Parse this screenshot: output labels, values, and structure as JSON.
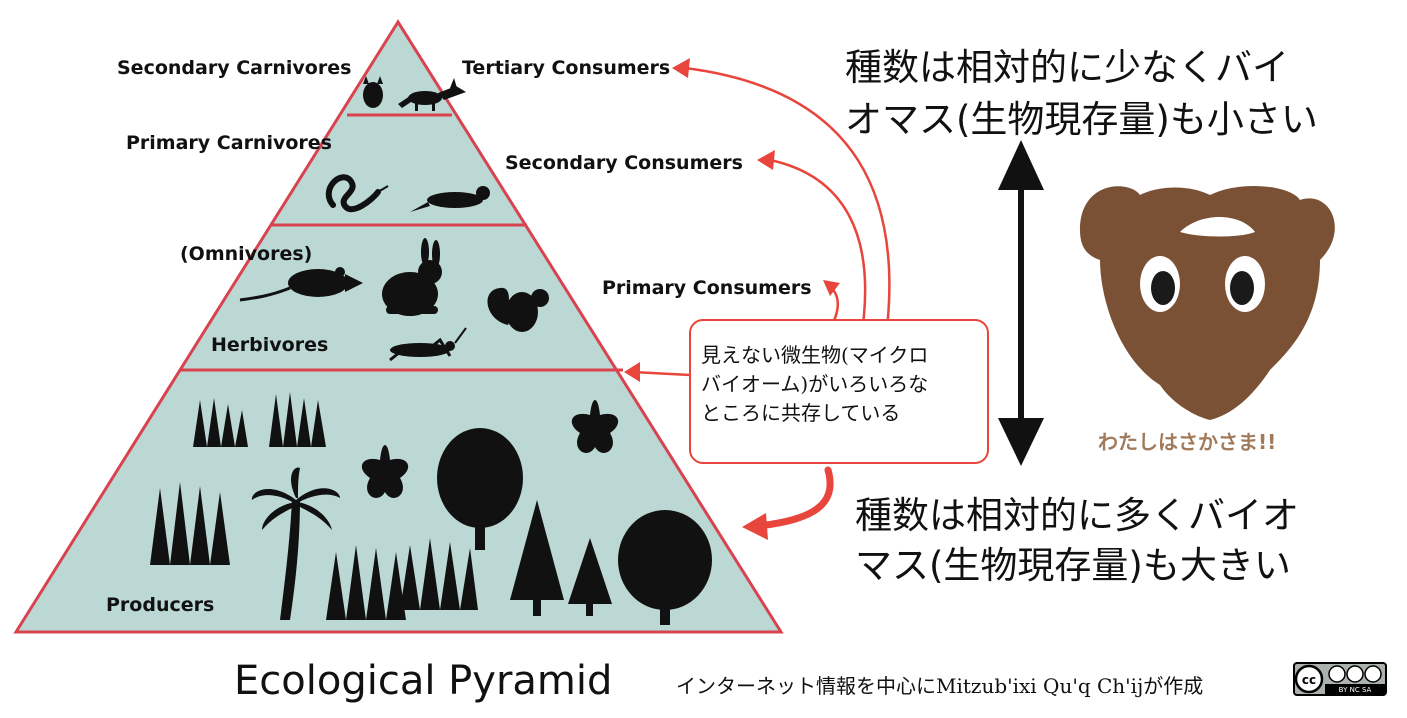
{
  "pyramid": {
    "tiers": [
      {
        "left_label": "Secondary Carnivores",
        "right_label": "Tertiary Consumers"
      },
      {
        "left_label": "Primary Carnivores",
        "right_label": "Secondary Consumers"
      },
      {
        "left_label": "(Omnivores)",
        "left_label_2": "Herbivores",
        "right_label": "Primary Consumers"
      },
      {
        "left_label": "Producers"
      }
    ],
    "fill_color": "#bcd8d4",
    "edge_color": "#d8434f"
  },
  "callout": {
    "lines": [
      "見えない微生物(マイクロ",
      "バイオーム)がいろいろな",
      "ところに共存している"
    ],
    "border_color": "#e8453c"
  },
  "top_note": {
    "lines": [
      "種数は相対的に少なくバイ",
      "オマス(生物現存量)も小さい"
    ]
  },
  "bottom_note": {
    "lines": [
      "種数は相対的に多くバイオ",
      "マス(生物現存量)も大きい"
    ]
  },
  "poop_caption": "わたしはさかさま!!",
  "title": "Ecological Pyramid",
  "credit": "インターネット情報を中心にMitzub'ixi Qu'q Ch'ijが作成",
  "license_badge": {
    "lines": [
      "cc",
      "BY NC SA"
    ]
  },
  "arrow_color": "#e8453c"
}
